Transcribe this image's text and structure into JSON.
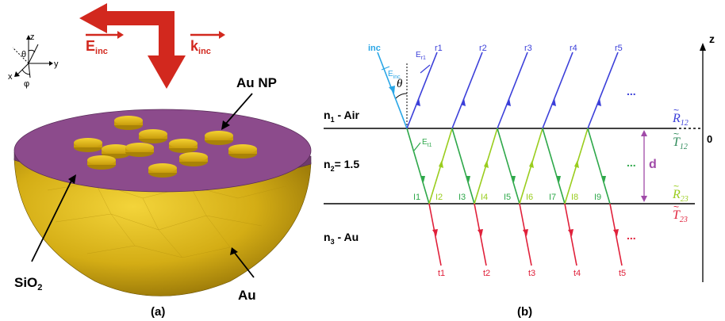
{
  "panel_a": {
    "caption": "(a)",
    "axes": {
      "z": "z",
      "y": "y",
      "x": "x",
      "theta": "θ",
      "phi": "φ"
    },
    "e_inc": {
      "main": "E",
      "sub": "inc"
    },
    "k_inc": {
      "main": "k",
      "sub": "inc"
    },
    "au_np": "Au NP",
    "sio2": {
      "main": "SiO",
      "sub": "2"
    },
    "au": "Au",
    "colors": {
      "arrow": "#d2281e",
      "disk": "#e6c21a",
      "top": "#8c4b8c",
      "bowl": "#d4af16"
    }
  },
  "panel_b": {
    "caption": "(b)",
    "n1": {
      "main": "n",
      "sub": "1",
      "rest": " - Air"
    },
    "n2": {
      "main": "n",
      "sub": "2",
      "rest": "= 1.5"
    },
    "n3": {
      "main": "n",
      "sub": "3",
      "rest": " - Au"
    },
    "inc": "inc",
    "theta": "θ",
    "e_inc_label": {
      "main": "E",
      "sub": "inc"
    },
    "e_r1_label": {
      "main": "E",
      "sub": "r1"
    },
    "e_t1_label": {
      "main": "E",
      "sub": "t1"
    },
    "reflected": [
      "r1",
      "r2",
      "r3",
      "r4",
      "r5"
    ],
    "interface": [
      "I1",
      "I2",
      "I3",
      "I4",
      "I5",
      "I6",
      "I7",
      "I8",
      "I9"
    ],
    "transmitted": [
      "t1",
      "t2",
      "t3",
      "t4",
      "t5"
    ],
    "ellipsis": "...",
    "d": "d",
    "R12": {
      "main": "R",
      "sub": "12"
    },
    "T12": {
      "main": "T",
      "sub": "12"
    },
    "R23": {
      "main": "R",
      "sub": "23"
    },
    "T23": {
      "main": "T",
      "sub": "23"
    },
    "z_axis": "z",
    "zero": "0",
    "colors": {
      "blue": "#3b3fd9",
      "cyan": "#29a6e6",
      "green": "#2ea84a",
      "lime": "#9acd1e",
      "red": "#e0203a",
      "purple": "#a04aa8",
      "dark_green": "#2e8a5a"
    }
  }
}
